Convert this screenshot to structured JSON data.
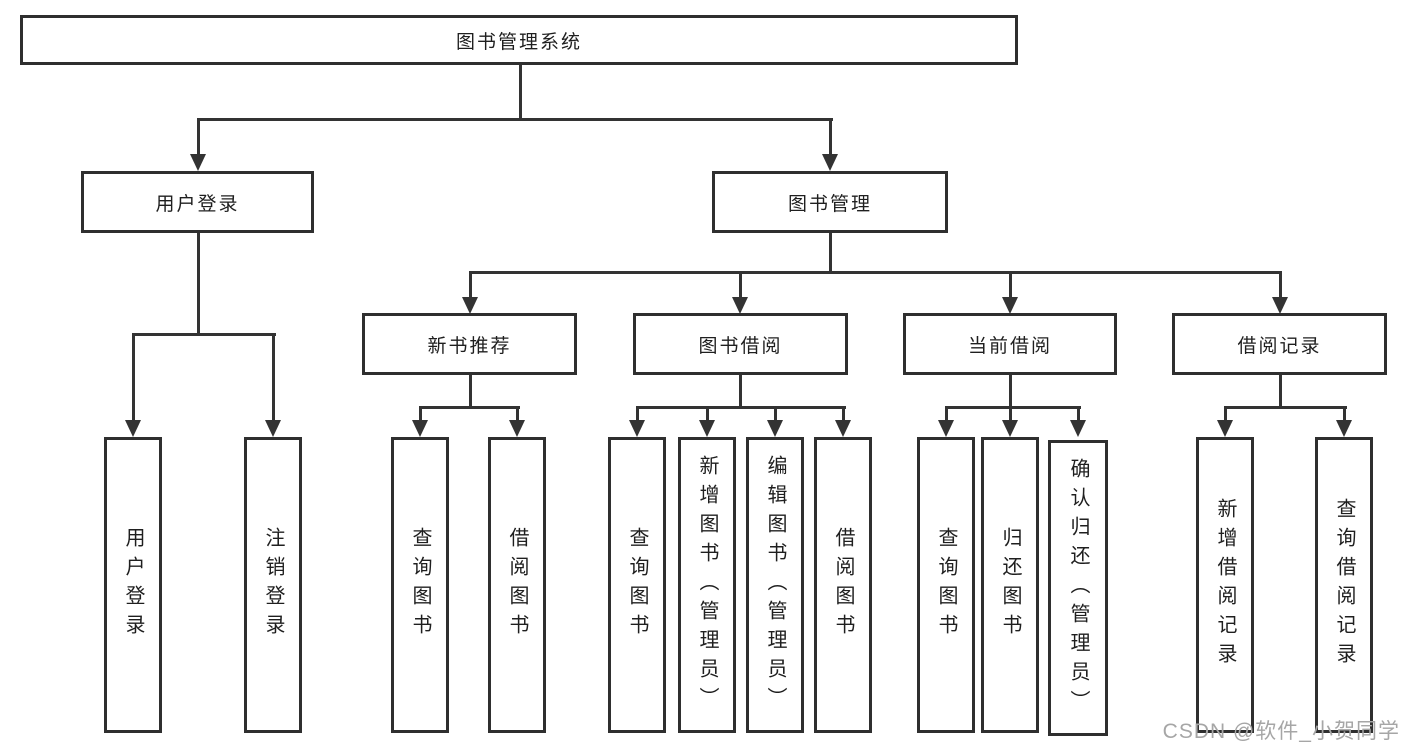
{
  "diagram_title": "图书管理系统",
  "nodes": {
    "root": "图书管理系统",
    "user_login": "用户登录",
    "book_mgmt": "图书管理",
    "new_book_rec": "新书推荐",
    "book_borrow": "图书借阅",
    "current_borrow": "当前借阅",
    "borrow_records": "借阅记录",
    "ul_user_login": "用户登录",
    "ul_logout": "注销登录",
    "nr_query_book": "查询图书",
    "nr_borrow_book": "借阅图书",
    "bb_query_book": "查询图书",
    "bb_add_book": "新增图书（管理员）",
    "bb_edit_book": "编辑图书（管理员）",
    "bb_borrow_book": "借阅图书",
    "cb_query_book": "查询图书",
    "cb_return_book": "归还图书",
    "cb_confirm_return": "确认归还（管理员）",
    "br_add_record": "新增借阅记录",
    "br_query_record": "查询借阅记录"
  },
  "watermark": "CSDN @软件_小贺同学",
  "colors": {
    "line": "#333333",
    "border": "#2f2f2f",
    "text": "#1f1f1f",
    "watermark": "#a6a6a6",
    "background": "#ffffff"
  }
}
